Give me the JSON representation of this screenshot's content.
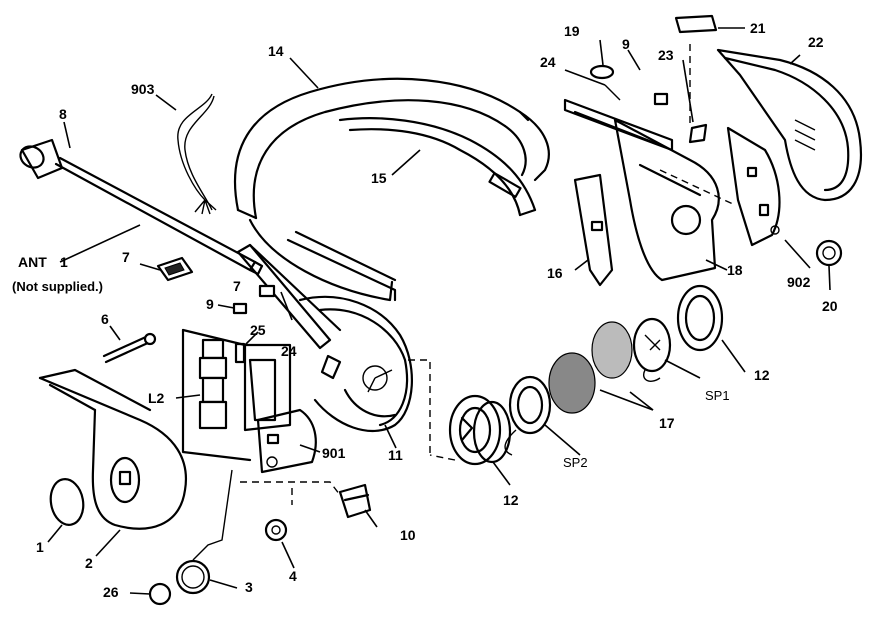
{
  "labels": {
    "l1": "1",
    "l1b": "1",
    "l2": "2",
    "l3": "3",
    "l4": "4",
    "l6": "6",
    "l7": "7",
    "l8": "8",
    "l9a": "9",
    "l9b": "9",
    "l10": "10",
    "l11": "11",
    "l12a": "12",
    "l12b": "12",
    "l14": "14",
    "l15": "15",
    "l16": "16",
    "l17": "17",
    "l18": "18",
    "l19": "19",
    "l20": "20",
    "l21": "21",
    "l22": "22",
    "l23": "23",
    "l24a": "24",
    "l24b": "24",
    "l25": "25",
    "l26": "26",
    "l901": "901",
    "l902": "902",
    "l903": "903",
    "lL2": "L2",
    "lSP1": "SP1",
    "lSP2": "SP2",
    "lANT": "ANT",
    "lNot": "(Not supplied.)"
  }
}
